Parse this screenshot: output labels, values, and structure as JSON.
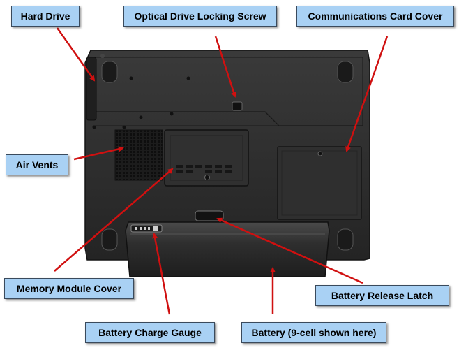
{
  "labels": {
    "hard_drive": "Hard Drive",
    "optical_drive_locking_screw": "Optical Drive Locking Screw",
    "communications_card_cover": "Communications Card Cover",
    "air_vents": "Air Vents",
    "memory_module_cover": "Memory Module Cover",
    "battery_release_latch": "Battery Release Latch",
    "battery_charge_gauge": "Battery Charge Gauge",
    "battery": "Battery (9-cell shown here)"
  },
  "colors": {
    "label_fill": "#a9d1f4",
    "arrow": "#d01010",
    "chassis": "#2c2c2c"
  },
  "icons": {
    "arrow": "red-pointer-arrow"
  }
}
